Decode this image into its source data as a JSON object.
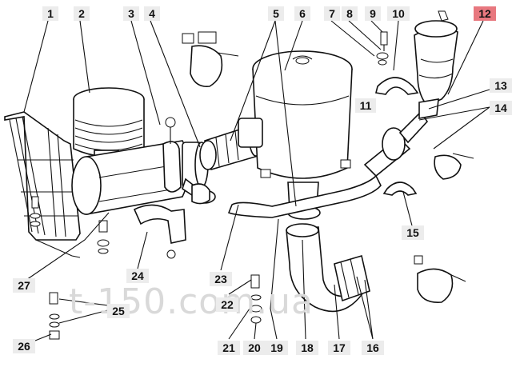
{
  "watermark": "t-150.com.ua",
  "highlight_color": "#e8787f",
  "label_bg_color": "#ececec",
  "labels": {
    "l1": "1",
    "l2": "2",
    "l3": "3",
    "l4": "4",
    "l5": "5",
    "l6": "6",
    "l7": "7",
    "l8": "8",
    "l9": "9",
    "l10": "10",
    "l11": "11",
    "l12": "12",
    "l13": "13",
    "l14": "14",
    "l15": "15",
    "l16": "16",
    "l17": "17",
    "l18": "18",
    "l19": "19",
    "l20": "20",
    "l21": "21",
    "l22": "22",
    "l23": "23",
    "l24": "24",
    "l25": "25",
    "l26": "26",
    "l27": "27"
  }
}
